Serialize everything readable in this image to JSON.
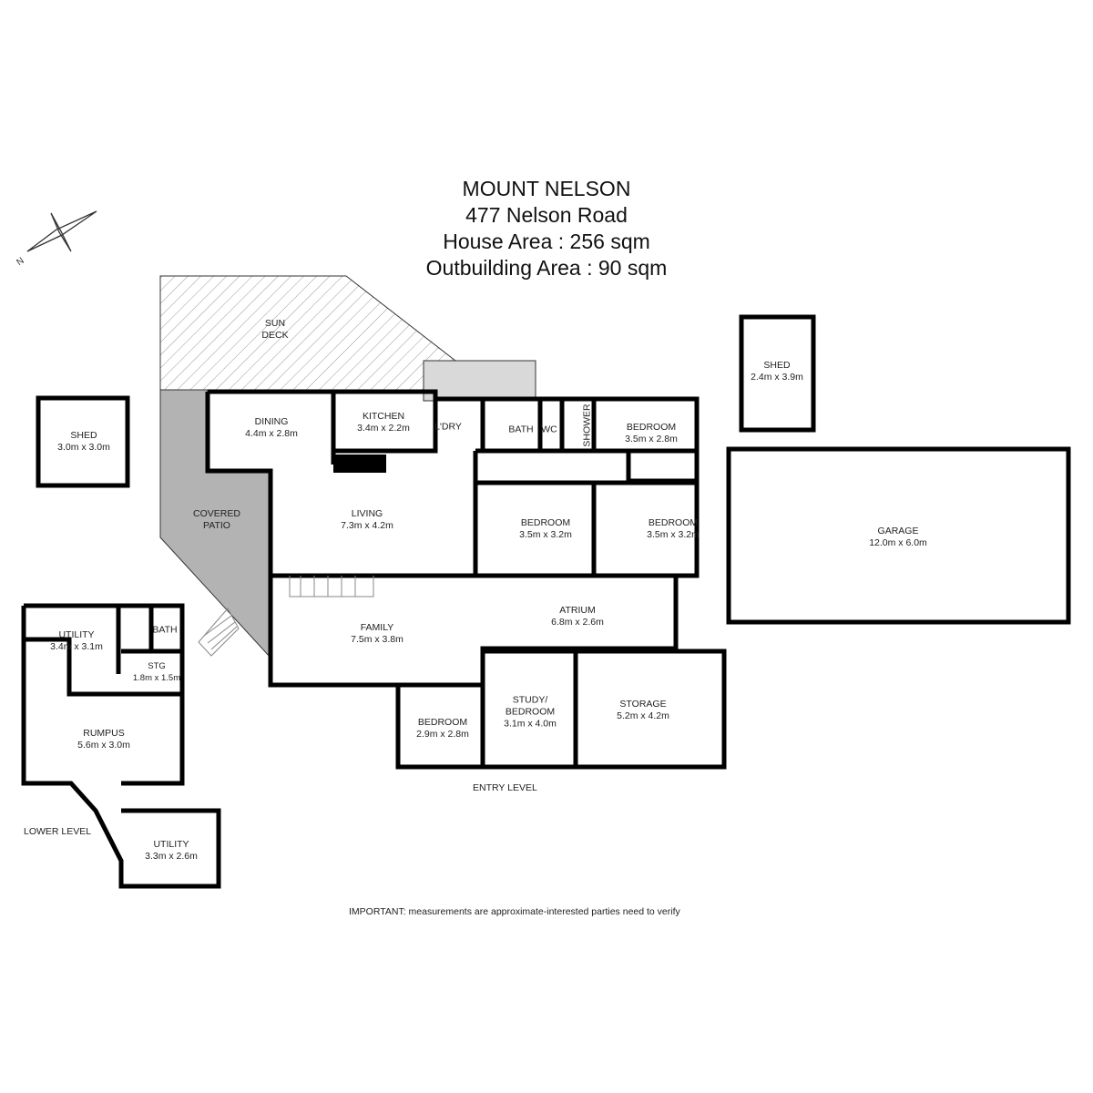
{
  "header": {
    "suburb": "MOUNT NELSON",
    "address": "477 Nelson Road",
    "house_area": "House Area : 256 sqm",
    "outbuilding_area": "Outbuilding Area : 90 sqm"
  },
  "compass": {
    "icon": "north-arrow-icon",
    "label": "N"
  },
  "rooms": {
    "sun_deck": {
      "name": "SUN",
      "name2": "DECK"
    },
    "covered_patio": {
      "name": "COVERED",
      "name2": "PATIO"
    },
    "shed_left": {
      "name": "SHED",
      "size": "3.0m x 3.0m"
    },
    "shed_right": {
      "name": "SHED",
      "size": "2.4m x 3.9m"
    },
    "dining": {
      "name": "DINING",
      "size": "4.4m x 2.8m"
    },
    "kitchen": {
      "name": "KITCHEN",
      "size": "3.4m x 2.2m"
    },
    "laundry": {
      "name": "L'DRY"
    },
    "bath": {
      "name": "BATH"
    },
    "wc": {
      "name": "WC"
    },
    "shower": {
      "name": "SHOWER"
    },
    "bedroom_ne": {
      "name": "BEDROOM",
      "size": "3.5m x 2.8m"
    },
    "living": {
      "name": "LIVING",
      "size": "7.3m x 4.2m"
    },
    "bedroom_mid": {
      "name": "BEDROOM",
      "size": "3.5m x 3.2m"
    },
    "bedroom_east": {
      "name": "BEDROOM",
      "size": "3.5m x 3.2m"
    },
    "garage": {
      "name": "GARAGE",
      "size": "12.0m x 6.0m"
    },
    "family": {
      "name": "FAMILY",
      "size": "7.5m x 3.8m"
    },
    "atrium": {
      "name": "ATRIUM",
      "size": "6.8m x 2.6m"
    },
    "bedroom_south": {
      "name": "BEDROOM",
      "size": "2.9m x 2.8m"
    },
    "study": {
      "name": "STUDY/",
      "name2": "BEDROOM",
      "size": "3.1m x 4.0m"
    },
    "storage": {
      "name": "STORAGE",
      "size": "5.2m x 4.2m"
    },
    "utility_lower": {
      "name": "UTILITY",
      "size": "3.4m x 3.1m"
    },
    "bath_lower": {
      "name": "BATH"
    },
    "stg": {
      "name": "STG",
      "size": "1.8m x 1.5m"
    },
    "rumpus": {
      "name": "RUMPUS",
      "size": "5.6m x 3.0m"
    },
    "utility_bottom": {
      "name": "UTILITY",
      "size": "3.3m x 2.6m"
    }
  },
  "levels": {
    "entry": "ENTRY LEVEL",
    "lower": "LOWER LEVEL"
  },
  "note": "IMPORTANT: measurements are approximate-interested parties need to verify",
  "colors": {
    "wall": "#000000",
    "patio": "#b3b3b3",
    "roof": "#d9d9d9"
  }
}
